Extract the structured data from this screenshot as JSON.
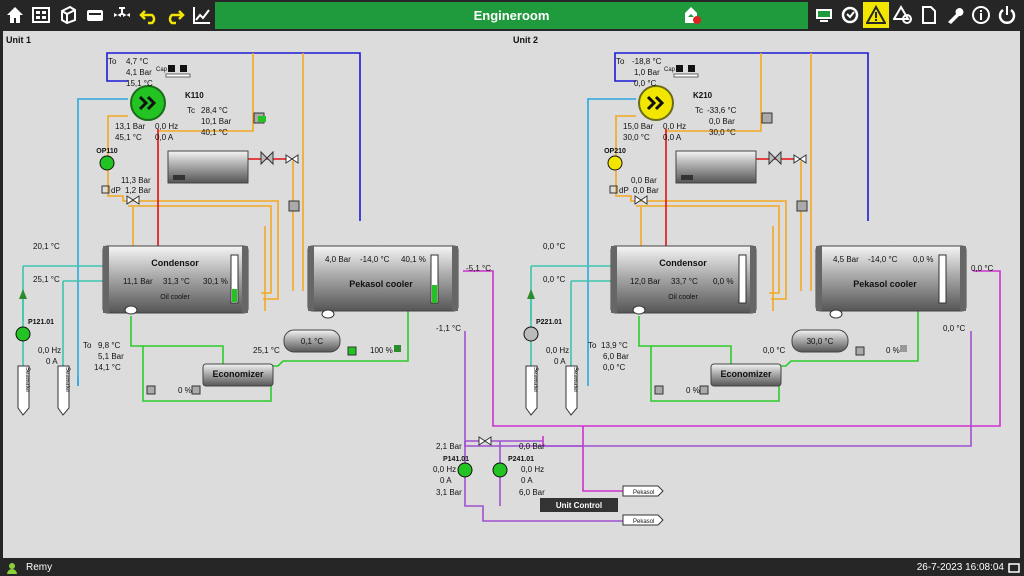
{
  "app": {
    "title": "Engineroom"
  },
  "toolbar": {
    "left_icons": [
      "home-icon",
      "grid-icon",
      "cube-icon",
      "tank-icon",
      "valve-icon",
      "undo-icon",
      "redo-icon",
      "trend-icon"
    ],
    "right_icons": [
      "monitor-icon",
      "refresh-icon",
      "alarm-icon",
      "shapes-icon",
      "document-icon",
      "wrench-icon",
      "info-icon",
      "power-icon"
    ],
    "accent": "#1f9a3c",
    "alarm_color": "#f2e600"
  },
  "unit1": {
    "label": "Unit 1",
    "compressor": {
      "name": "K110",
      "cap_label": "Cap",
      "color": "#22c322"
    },
    "to": {
      "label": "To",
      "temp": "4,7 °C",
      "bar": "4,1 Bar",
      "temp2": "15,1 °C"
    },
    "tc": {
      "label": "Tc",
      "temp": "28,4 °C",
      "bar": "10,1 Bar",
      "temp2": "40,1 °C"
    },
    "suction": {
      "bar": "13,1 Bar",
      "temp": "45,1 °C"
    },
    "motor": {
      "hz": "0,0 Hz",
      "amp": "0,0 A"
    },
    "oil_pump": {
      "name": "OP110",
      "bar": "11,3 Bar",
      "dp_label": "dP",
      "dp": "1,2 Bar"
    },
    "seawater_temp_a": "20,1 °C",
    "seawater_temp_b": "25,1 °C",
    "condensor": {
      "name": "Condensor",
      "bar": "11,1 Bar",
      "temp": "31,3 °C",
      "pct": "30,1 %",
      "oil_cooler": "Oil cooler"
    },
    "pump": {
      "name": "P121.01",
      "hz": "0,0 Hz",
      "amp": "0 A"
    },
    "economizer": {
      "name": "Economizer",
      "to_label": "To",
      "temp": "9,8 °C",
      "bar": "5,1 Bar",
      "temp2": "14,1 °C",
      "valve_pct": "0 %",
      "outlet_temp": "25,1 °C"
    },
    "pekasol": {
      "name": "Pekasol cooler",
      "bar": "4,0 Bar",
      "temp": "-14,0 °C",
      "pct": "40,1 %",
      "out_temp": "-5,1 °C",
      "return_temp": "-1,1 °C"
    },
    "receiver": {
      "temp": "0,1 °C"
    },
    "valve_pct": "100 %",
    "seawater_label": "Seawater"
  },
  "unit2": {
    "label": "Unit 2",
    "compressor": {
      "name": "K210",
      "cap_label": "Cap",
      "color": "#f2e600"
    },
    "to": {
      "label": "To",
      "temp": "-18,8 °C",
      "bar": "1,0 Bar",
      "temp2": "0,0 °C"
    },
    "tc": {
      "label": "Tc",
      "temp": "-33,6 °C",
      "bar": "0,0 Bar",
      "temp2": "30,0 °C"
    },
    "suction": {
      "bar": "15,0 Bar",
      "temp": "30,0 °C"
    },
    "motor": {
      "hz": "0,0 Hz",
      "amp": "0,0 A"
    },
    "oil_pump": {
      "name": "OP210",
      "bar": "0,0 Bar",
      "dp_label": "dP",
      "dp": "0,0 Bar"
    },
    "seawater_temp_a": "0,0 °C",
    "seawater_temp_b": "0,0 °C",
    "condensor": {
      "name": "Condensor",
      "bar": "12,0 Bar",
      "temp": "33,7 °C",
      "pct": "0,0 %",
      "oil_cooler": "Oil cooler"
    },
    "pump": {
      "name": "P221.01",
      "hz": "0,0 Hz",
      "amp": "0 A"
    },
    "economizer": {
      "name": "Economizer",
      "to_label": "To",
      "temp": "13,9 °C",
      "bar": "6,0 Bar",
      "temp2": "0,0 °C",
      "valve_pct": "0 %",
      "outlet_temp": "0,0 °C"
    },
    "pekasol": {
      "name": "Pekasol cooler",
      "bar": "4,5 Bar",
      "temp": "-14,0 °C",
      "pct": "0,0 %",
      "out_temp": "0,0 °C",
      "return_temp": "0,0 °C"
    },
    "receiver": {
      "temp": "30,0 °C"
    },
    "valve_pct": "0 %",
    "seawater_label": "Seawater"
  },
  "glycol": {
    "p141": {
      "name": "P141.01",
      "bar_in": "2,1 Bar",
      "hz": "0,0 Hz",
      "amp": "0 A",
      "bar_out": "3,1 Bar"
    },
    "p241": {
      "name": "P241.01",
      "bar_in": "0,0 Bar",
      "hz": "0,0 Hz",
      "amp": "0 A",
      "bar_out": "6,0 Bar"
    },
    "unit_control": "Unit Control",
    "pekasol_label": "Pekasol"
  },
  "status": {
    "user": "Remy",
    "datetime": "26-7-2023 16:08:04"
  }
}
